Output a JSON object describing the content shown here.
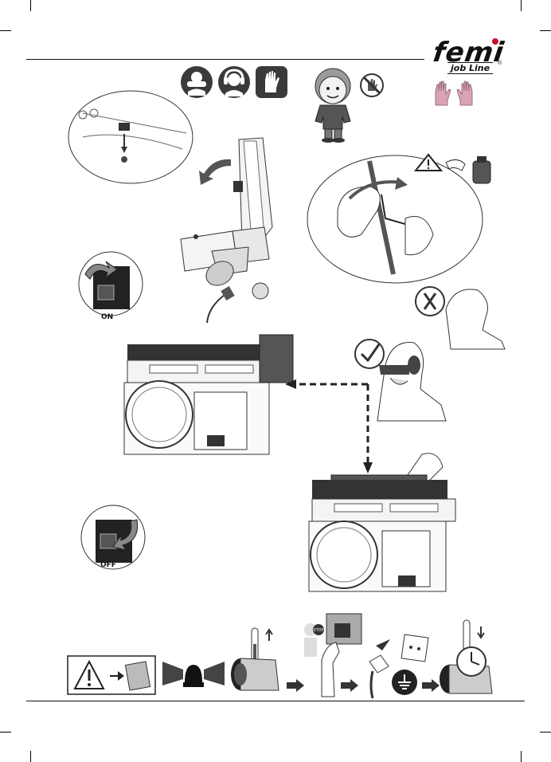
{
  "brand": {
    "logo_text": "femi",
    "logo_subtext": "job Line",
    "registered_mark": "®",
    "accent_color": "#c8102e"
  },
  "switch_on": {
    "label": "ON",
    "icon": "rocker-switch-on-icon"
  },
  "switch_off": {
    "label": "OFF",
    "icon": "rocker-switch-off-icon"
  },
  "bottom_sequence": {
    "stop_sign_text": "STOP",
    "icons": [
      "warning-manual-icon",
      "warning-beacon-icon",
      "hot-motor-thermometer-icon",
      "stop-person-icon",
      "switch-press-icon",
      "unplug-icon",
      "ground-socket-icon",
      "cooling-motor-clock-icon"
    ]
  },
  "ppe_icons": [
    "eye-protection-icon",
    "ear-protection-icon",
    "gloves-icon"
  ],
  "colors": {
    "ppe_circle": "#3a3a3a",
    "hands": "#d9a3b7",
    "sticker": "#111111"
  }
}
